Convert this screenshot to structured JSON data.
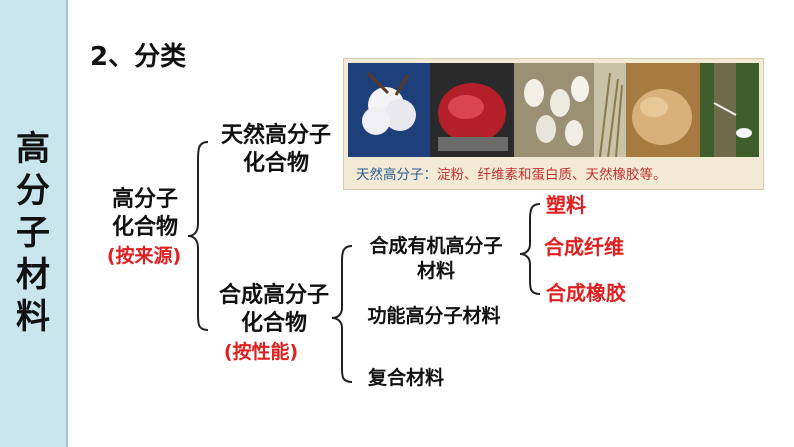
{
  "sidebar": {
    "title_chars": [
      "高",
      "分",
      "子",
      "材",
      "料"
    ]
  },
  "heading": "2、分类",
  "photo": {
    "caption_lead": "天然高分子：",
    "caption_items": "淀粉、纤维素和蛋白质、天然橡胶等。",
    "thumbnails": [
      "cotton-icon",
      "meat-icon",
      "silk-cocoon-icon",
      "wheat-icon",
      "wool-sheep-icon",
      "rubber-tree-icon"
    ]
  },
  "tree": {
    "root": {
      "line1": "高分子",
      "line2": "化合物",
      "note": "(按来源)"
    },
    "natural": {
      "line1": "天然高分子",
      "line2": "化合物"
    },
    "synthetic": {
      "line1": "合成高分子",
      "line2": "化合物",
      "note": "(按性能)"
    },
    "organic": {
      "line1": "合成有机高分子",
      "line2": "材料"
    },
    "functional": "功能高分子材料",
    "composite": "复合材料",
    "leaves": [
      "塑料",
      "合成纤维",
      "合成橡胶"
    ]
  },
  "colors": {
    "sidebar_bg": "#c9e5ee",
    "highlight": "#e02020",
    "caption_blue": "#2a5d8f",
    "caption_red": "#c03030"
  }
}
